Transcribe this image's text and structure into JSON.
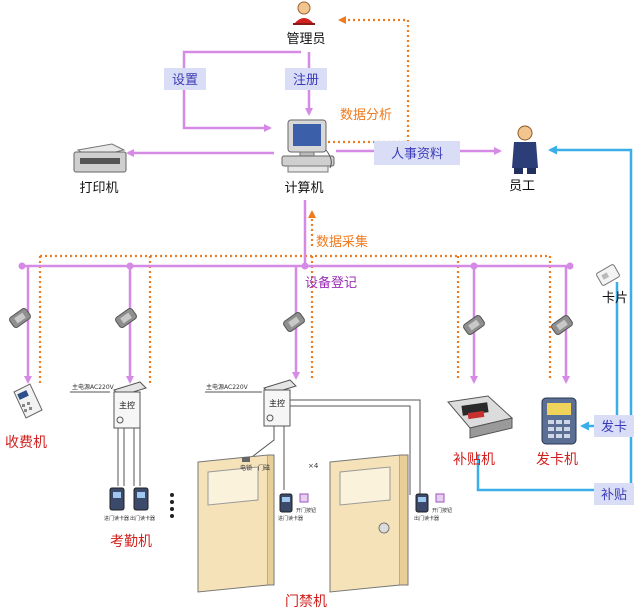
{
  "labels": {
    "manager": "管理员",
    "setup": "设置",
    "register": "注册",
    "data_analysis": "数据分析",
    "printer": "打印机",
    "computer": "计算机",
    "hr_data": "人事资料",
    "employee": "员工",
    "data_collection": "数据采集",
    "device_register": "设备登记",
    "card": "卡片",
    "charge_machine": "收费机",
    "attendance_machine": "考勤机",
    "access_control": "门禁机",
    "subsidy_machine": "补贴机",
    "card_issuer": "发卡机",
    "issue_card": "发卡",
    "subsidy": "补贴"
  },
  "small_labels": {
    "controller": "主控",
    "power_left": "主电源AC220V",
    "power_mid": "主电源AC220V",
    "door_lock": "电锁",
    "door_mag": "门磁",
    "times_four": "×4",
    "reader_in": "进门读卡器",
    "reader_out": "出门读卡器",
    "open_button": "开门按钮"
  },
  "colors": {
    "violet": "#d58be6",
    "orange": "#f07a1e",
    "blue": "#3aaee8",
    "label_bg": "#d9ddf5",
    "label_text": "#3b3bb8",
    "device_text": "#d2201e",
    "purple_text": "#9c2fb8",
    "door": "#f5e2b8"
  }
}
